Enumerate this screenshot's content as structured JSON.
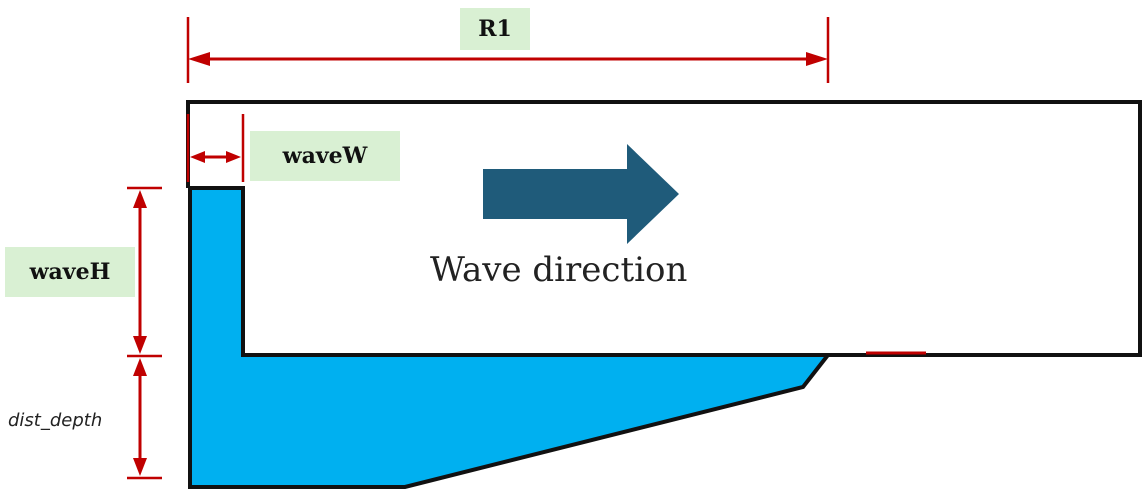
{
  "labels": {
    "r1": "R1",
    "wave_w": "waveW",
    "wave_h": "waveH",
    "dist_depth": "dist_depth",
    "wave_direction": "Wave direction"
  },
  "colors": {
    "water": "#00b0f0",
    "arrow": "#1f5b7a",
    "dimension": "#c00000",
    "outline": "#111111",
    "label_background": "#d9f0d3"
  },
  "icons": {
    "direction_arrow": "arrow-right-icon"
  }
}
